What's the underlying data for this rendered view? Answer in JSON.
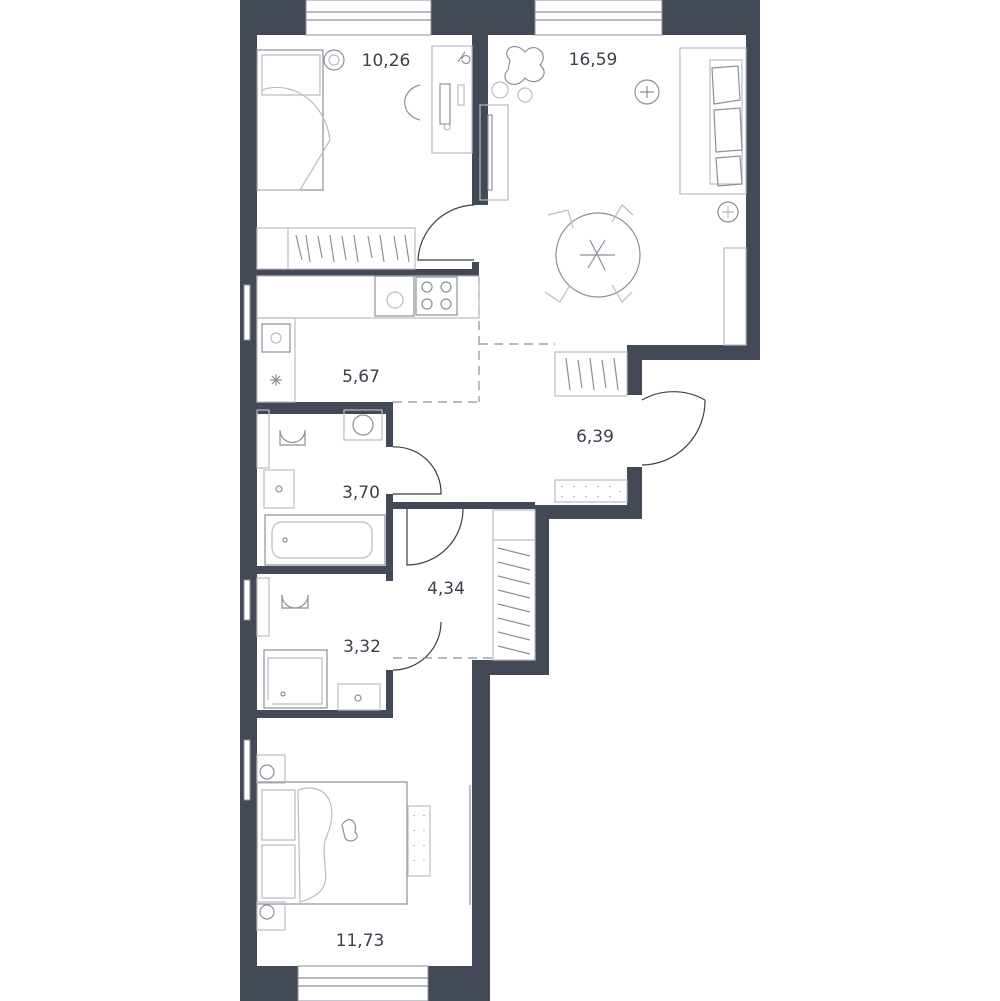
{
  "colors": {
    "wall": "#434956",
    "line": "#3a3f4c",
    "furniture": "#b9bcc3",
    "background": "#ffffff"
  },
  "rooms": [
    {
      "id": "bedroom-1",
      "area": "10,26"
    },
    {
      "id": "living-room",
      "area": "16,59"
    },
    {
      "id": "kitchen",
      "area": "5,67"
    },
    {
      "id": "hallway",
      "area": "6,39"
    },
    {
      "id": "bathroom-1",
      "area": "3,70"
    },
    {
      "id": "corridor",
      "area": "4,34"
    },
    {
      "id": "bathroom-2",
      "area": "3,32"
    },
    {
      "id": "bedroom-2",
      "area": "11,73"
    }
  ]
}
